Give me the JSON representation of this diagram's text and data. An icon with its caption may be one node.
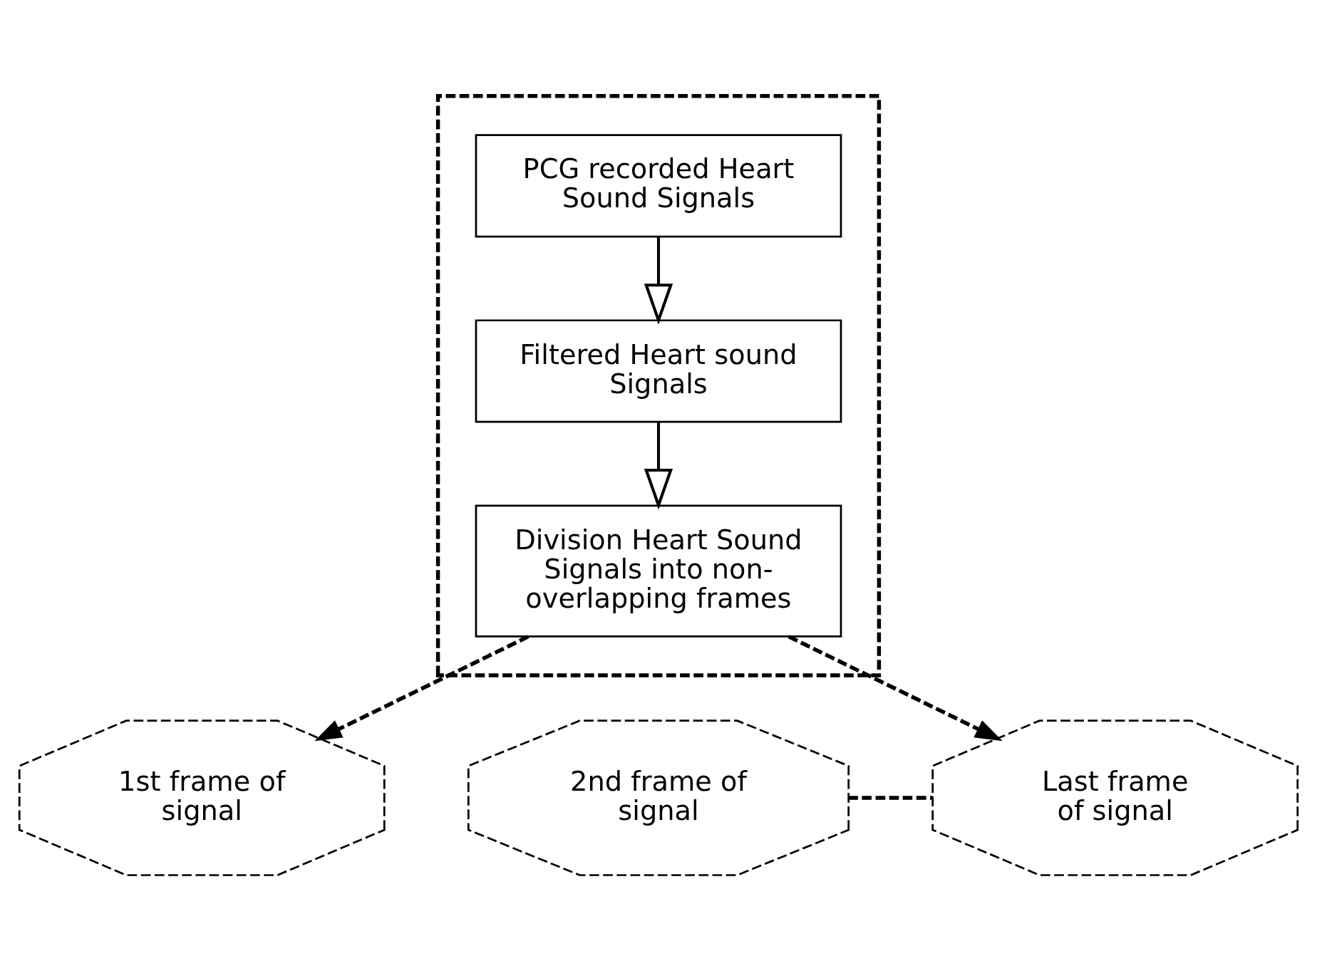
{
  "diagram": {
    "nodes": [
      {
        "text": [],
        "shape": "box"
      },
      {
        "text": [
          "PCG recorded Heart Sound Signals"
        ],
        "in": 0
      },
      {
        "text": [
          "Filtered Heart sound Signals"
        ],
        "in": 0
      },
      {
        "text": [
          "Division Heart Sound Signals into non-overlapping frames"
        ],
        "in": 0
      },
      {
        "text": [
          "1st frame of signal"
        ]
      },
      {
        "text": [
          "2nd frame of signal"
        ]
      },
      {
        "text": [
          "Last frame of signal"
        ]
      }
    ],
    "edges": [
      {
        "from": 1,
        "to": 2,
        "arrow": "to"
      },
      {
        "from": 2,
        "to": 3,
        "arrow": "to"
      },
      {
        "from": 3,
        "to": 4,
        "arrow": "to",
        "style": "dashed"
      },
      {
        "from": 3,
        "to": 6,
        "arrow": "to",
        "style": "dashed"
      },
      {
        "from": 5,
        "to": 6,
        "arrow": "none",
        "style": "dashed"
      }
    ]
  }
}
